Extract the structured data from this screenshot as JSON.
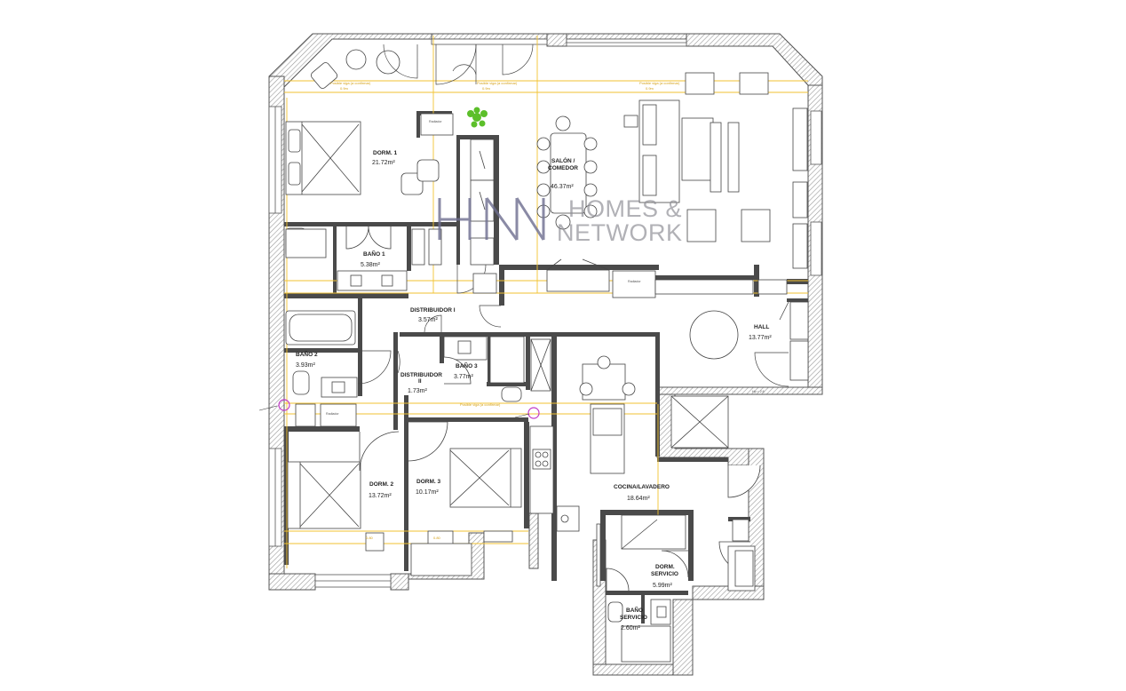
{
  "watermark": {
    "line1": "HOMES &",
    "line2": "NETWORK",
    "logo_color": "#6d6e8f"
  },
  "colors": {
    "wall": "#555555",
    "wall_hatch": "#9a9a9a",
    "line": "#333333",
    "guide": "#f2c230",
    "guide_text": "#d4a017",
    "marker": "#c13ac8",
    "plant": "#5cbf2a"
  },
  "rooms": [
    {
      "name": "DORM. 1",
      "area": "21.72m²"
    },
    {
      "name": "SALÓN /",
      "name2": "COMEDOR",
      "area": "46.37m²"
    },
    {
      "name": "BAÑO 1",
      "area": "5.38m²"
    },
    {
      "name": "DISTRIBUIDOR I",
      "area": "3.57m²"
    },
    {
      "name": "HALL",
      "area": "13.77m²"
    },
    {
      "name": "BAÑO 2",
      "area": "3.93m²"
    },
    {
      "name": "DISTRIBUIDOR",
      "name2": "II",
      "area": "1.73m²"
    },
    {
      "name": "BAÑO 3",
      "area": "3.77m²"
    },
    {
      "name": "DORM. 2",
      "area": "13.72m²"
    },
    {
      "name": "DORM. 3",
      "area": "10.17m²"
    },
    {
      "name": "COCINA/LAVADERO",
      "area": "18.64m²"
    },
    {
      "name": "DORM.",
      "name2": "SERVICIO",
      "area": "5.99m²"
    },
    {
      "name": "BAÑO",
      "name2": "SERVICIO",
      "area": "2.60m²"
    }
  ],
  "annotations": {
    "beam_note": "Posible viga (a confirmar)",
    "beam_dim": "0.9m",
    "hall_note": "Hp = 2.6",
    "door_note": "0.80",
    "radiator": "Radiador"
  }
}
